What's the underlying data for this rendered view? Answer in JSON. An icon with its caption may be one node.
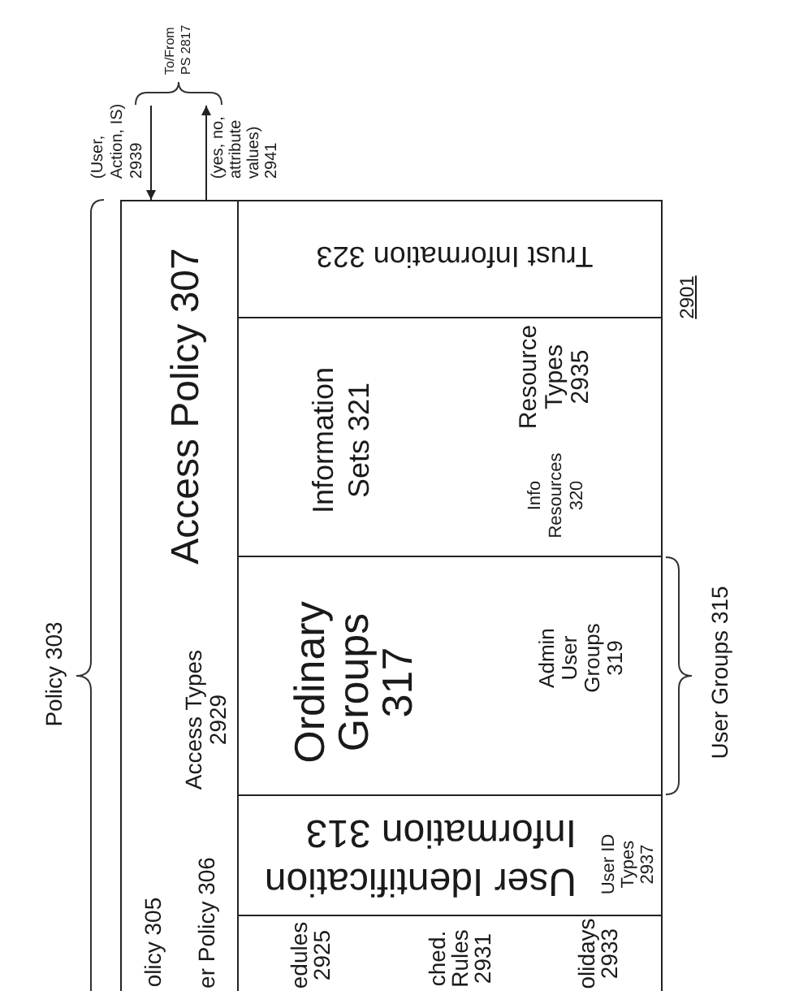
{
  "diagram": {
    "nodes": [
      {
        "text": [],
        "shape": "brace",
        "beside": [
          "To/From PS 2817"
        ]
      },
      {
        "text": [
          "Access Policy 307",
          "Access Types 2929",
          "olicy 305",
          "er Policy 306"
        ]
      },
      {
        "text": [
          "Trust Information 323"
        ]
      },
      {
        "text": [
          "Information Sets 321",
          "Resource Types 2935",
          "Info Resources 320"
        ]
      },
      {
        "text": [
          "Ordinary Groups 317",
          "Admin User Groups 319"
        ]
      },
      {
        "text": [
          "User Identification Information 313",
          "User ID Types 2937"
        ]
      },
      {
        "text": [
          "edules 2925",
          "ched. Rules 2931",
          "olidays 2933"
        ]
      }
    ],
    "edges": [
      {
        "from": 0,
        "to": 1,
        "arrow": "to",
        "label": "(User, Action, IS) 2939"
      },
      {
        "from": 1,
        "to": 0,
        "arrow": "to",
        "label": "(yes, no, attribute values) 2941"
      }
    ],
    "labels": [
      "2901",
      "Policy 303",
      "User Groups 315"
    ]
  }
}
